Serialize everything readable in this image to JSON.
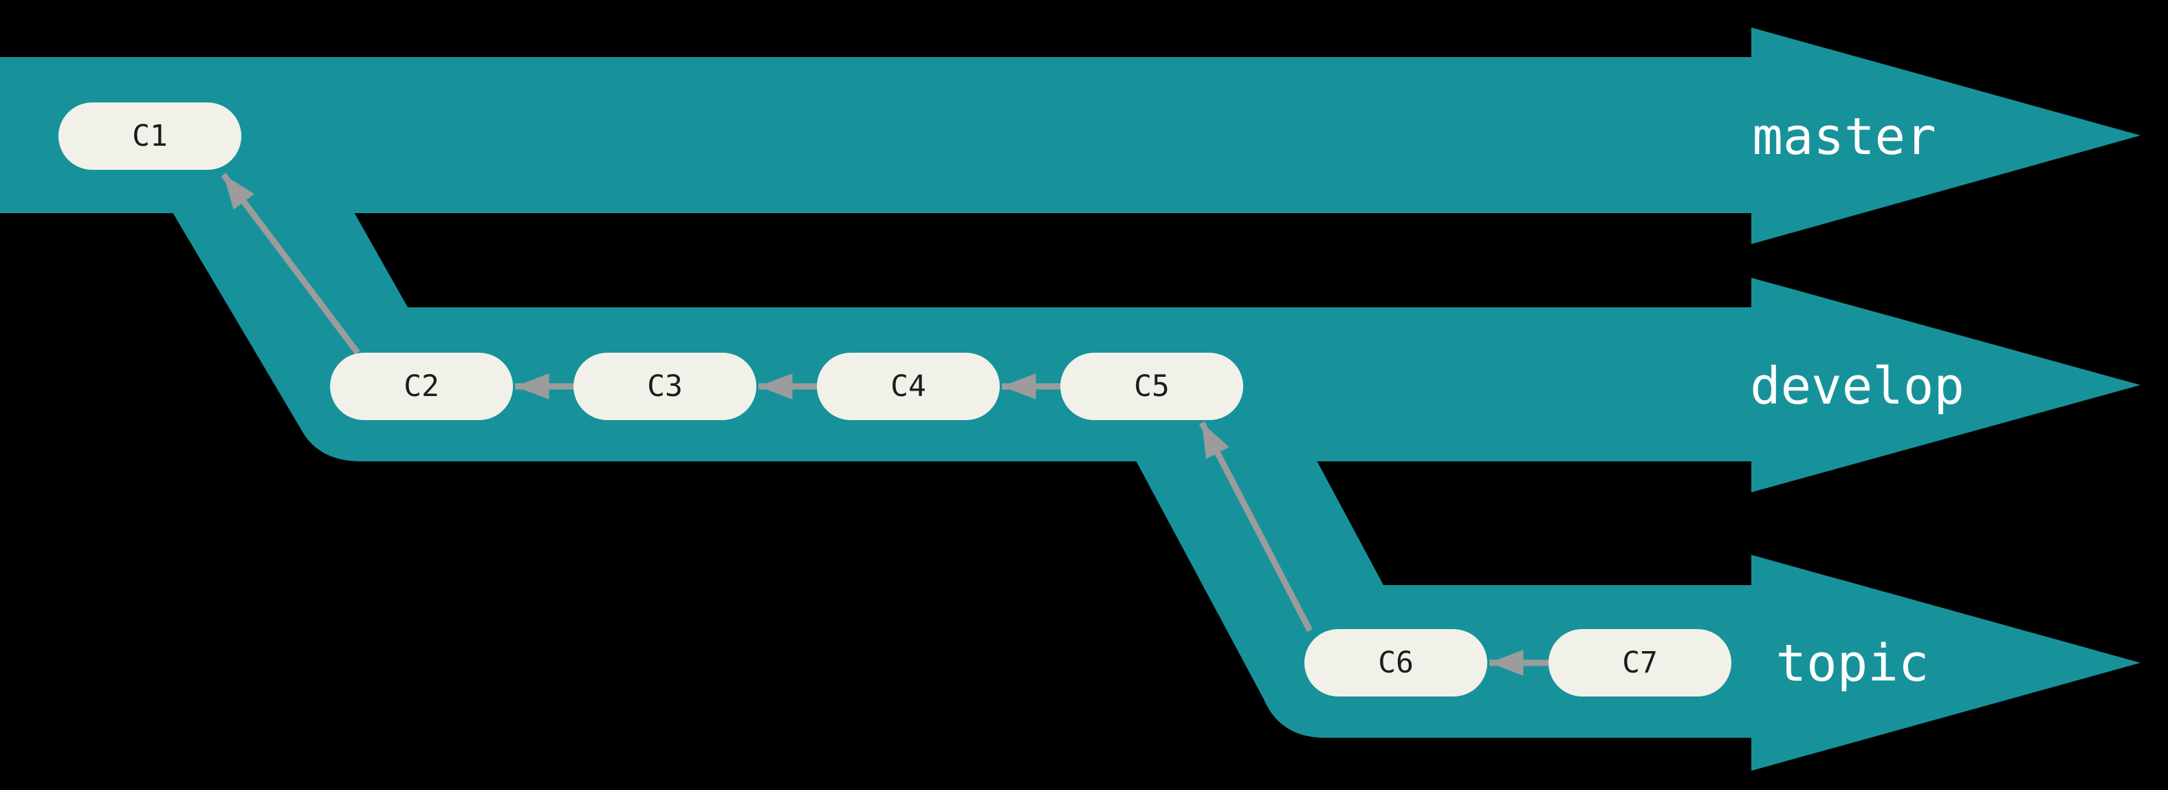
{
  "diagram": {
    "type": "git-branch-flow",
    "branches": [
      {
        "label": "master"
      },
      {
        "label": "develop"
      },
      {
        "label": "topic"
      }
    ],
    "commits": [
      {
        "label": "C1",
        "branch": "master"
      },
      {
        "label": "C2",
        "branch": "develop"
      },
      {
        "label": "C3",
        "branch": "develop"
      },
      {
        "label": "C4",
        "branch": "develop"
      },
      {
        "label": "C5",
        "branch": "develop"
      },
      {
        "label": "C6",
        "branch": "topic"
      },
      {
        "label": "C7",
        "branch": "topic"
      }
    ],
    "edges": [
      {
        "from": "C2",
        "to": "C1"
      },
      {
        "from": "C3",
        "to": "C2"
      },
      {
        "from": "C4",
        "to": "C3"
      },
      {
        "from": "C5",
        "to": "C4"
      },
      {
        "from": "C6",
        "to": "C5"
      },
      {
        "from": "C7",
        "to": "C6"
      }
    ],
    "colors": {
      "background": "#000000",
      "lane_teal": "#17929b",
      "node_fill": "#f2f1e9",
      "node_text": "#1c1c1c",
      "arrow_gray": "#9c9c9c",
      "label_text": "#ffffff"
    }
  }
}
